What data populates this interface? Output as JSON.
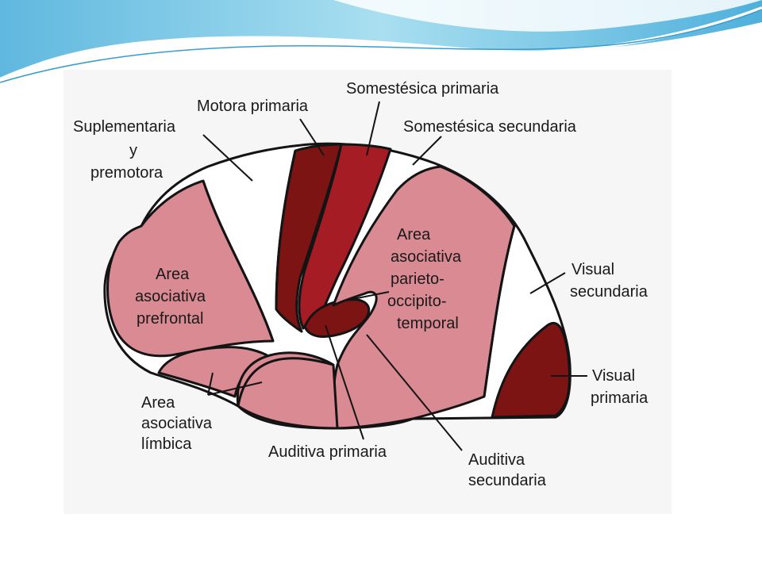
{
  "colors": {
    "primary_area": "#7d1414",
    "association_area": "#d98a93",
    "secondary_area": "#ffffff",
    "outline": "#141414",
    "header_wave": "#7ec9e8"
  },
  "labels": {
    "motora_primaria": "Motora primaria",
    "somestesica_primaria": "Somestésica primaria",
    "somestesica_secundaria": "Somestésica secundaria",
    "suplementaria_1": "Suplementaria",
    "suplementaria_2": "y",
    "suplementaria_3": "premotora",
    "prefrontal_1": "Area",
    "prefrontal_2": "asociativa",
    "prefrontal_3": "prefrontal",
    "parieto_1": "Area",
    "parieto_2": "asociativa",
    "parieto_3": "parieto-",
    "parieto_4": "occipito-",
    "parieto_5": "temporal",
    "visual_sec_1": "Visual",
    "visual_sec_2": "secundaria",
    "visual_pri_1": "Visual",
    "visual_pri_2": "primaria",
    "limbica_1": "Area",
    "limbica_2": "asociativa",
    "limbica_3": "límbica",
    "auditiva_primaria": "Auditiva primaria",
    "auditiva_sec_1": "Auditiva",
    "auditiva_sec_2": "secundaria"
  }
}
